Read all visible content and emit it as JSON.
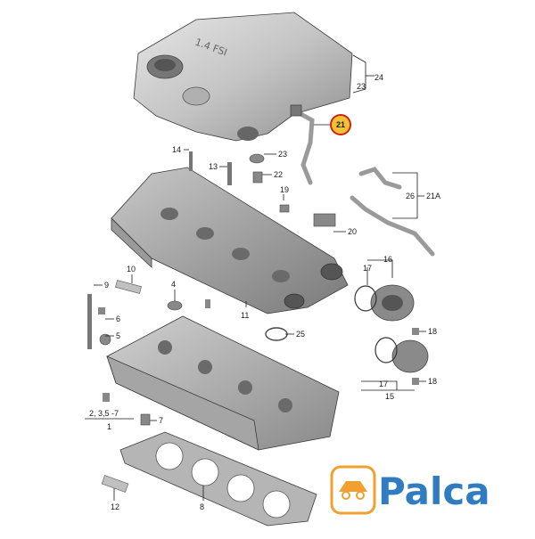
{
  "diagram": {
    "cover_text": "1.4 FSI",
    "highlight_color": "#f2c232",
    "highlight_border": "#d0201a",
    "gasket_color": "#d97a2a",
    "callouts": {
      "c24": "24",
      "c23a": "23",
      "c21": "21",
      "c14": "14",
      "c23b": "23",
      "c13": "13",
      "c22": "22",
      "c19": "19",
      "c26": "26",
      "c21a": "21A",
      "c20": "20",
      "c16": "16",
      "c17a": "17",
      "c10": "10",
      "c4": "4",
      "c11": "11",
      "c9": "9",
      "c6": "6",
      "c5": "5",
      "c25": "25",
      "c18a": "18",
      "c18b": "18",
      "c17b": "17",
      "c15": "15",
      "c2357": "2, 3,5 -7",
      "c1": "1",
      "c7": "7",
      "c8": "8",
      "c12": "12"
    }
  },
  "brand": {
    "name": "Palca",
    "logo_color": "#2f7cc1",
    "accent_color": "#f0a030"
  }
}
